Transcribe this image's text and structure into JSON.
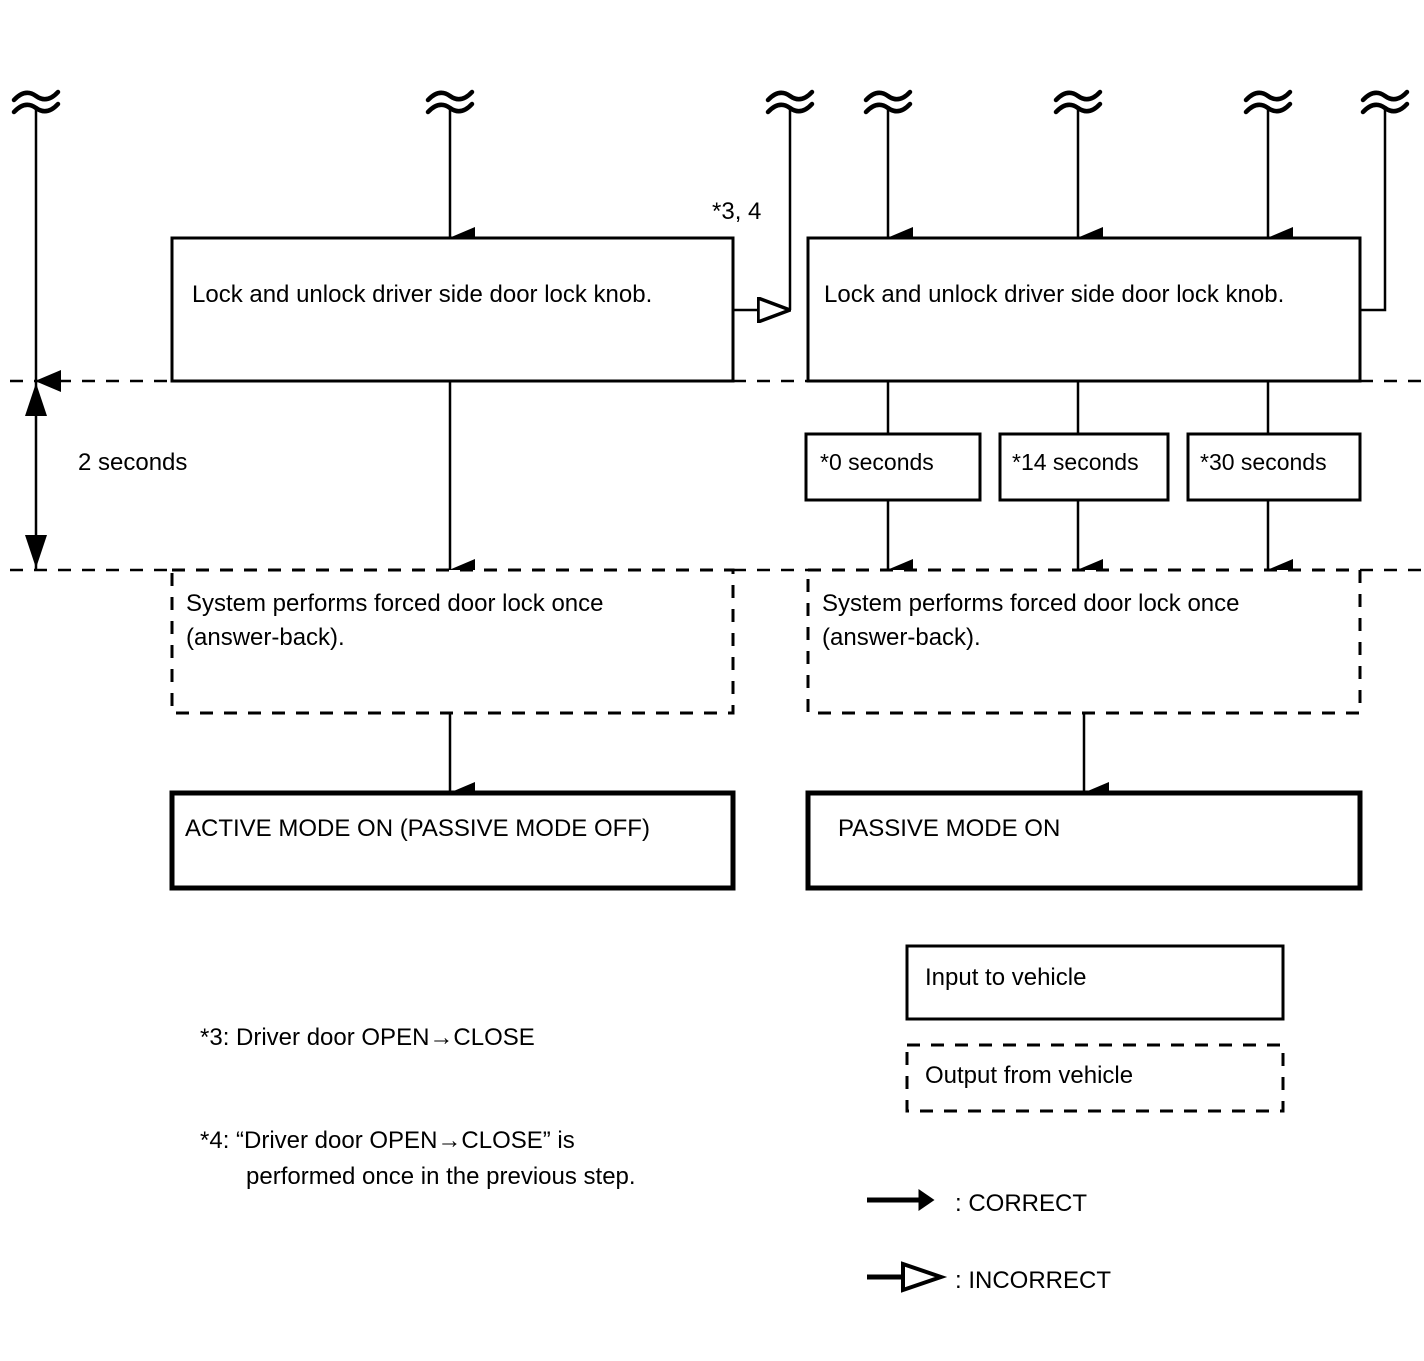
{
  "diagram": {
    "type": "flow-timing-chart",
    "title_note": "Vehicle door lock knob active/passive mode timing flow",
    "columns": {
      "left": {
        "action_box": "Lock and unlock driver side door lock knob.",
        "output_box": "System performs forced door lock once (answer-back).",
        "output_box_line1": "System performs forced door lock once",
        "output_box_line2": "(answer-back).",
        "result_box": "ACTIVE MODE ON (PASSIVE MODE OFF)"
      },
      "right": {
        "action_box": "Lock and unlock driver side door lock knob.",
        "output_box": "System performs forced door lock once (answer-back).",
        "output_box_line1": "System performs forced door lock once",
        "output_box_line2": "(answer-back).",
        "result_box": "PASSIVE MODE ON",
        "timing_boxes": [
          "*0 seconds",
          "*14 seconds",
          "*30 seconds"
        ]
      }
    },
    "timeline": {
      "duration_label": "2 seconds"
    },
    "transition_label": "*3, 4",
    "footnotes": [
      {
        "id": "*3",
        "text": "*3: Driver door OPEN→CLOSE"
      },
      {
        "id": "*4",
        "line1": "*4: “Driver door OPEN→CLOSE” is",
        "line2": "performed once in the previous step."
      }
    ],
    "legend": {
      "input_box": "Input to vehicle",
      "output_box": "Output from vehicle",
      "correct": ": CORRECT",
      "incorrect": ": INCORRECT"
    },
    "colors": {
      "stroke": "#000000",
      "background": "#ffffff"
    }
  }
}
